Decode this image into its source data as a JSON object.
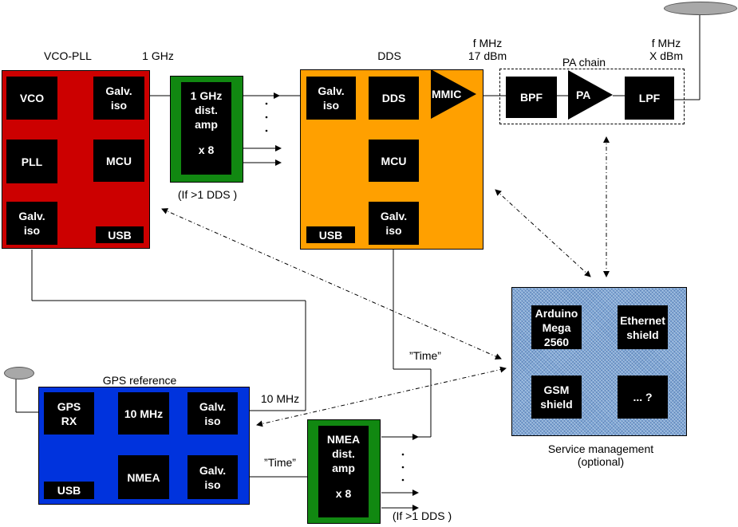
{
  "vco_pll": {
    "title": "VCO-PLL",
    "vco": "VCO",
    "galv": "Galv.\niso",
    "pll": "PLL",
    "mcu": "MCU",
    "galv_low": "Galv.\niso",
    "usb": "USB"
  },
  "freq_1ghz": "1 GHz",
  "dist_amp": {
    "text": "1 GHz\ndist.\namp",
    "x8": "x 8",
    "note": "(If >1 DDS )"
  },
  "dds": {
    "title": "DDS",
    "galv": "Galv.\niso",
    "dds": "DDS",
    "mmic": "MMIC",
    "mcu": "MCU",
    "galv_low": "Galv.\niso",
    "usb": "USB"
  },
  "out1": "f MHz\n17 dBm",
  "out2": "f MHz\nX dBm",
  "pa_chain": {
    "title": "PA chain",
    "bpf": "BPF",
    "pa": "PA",
    "lpf": "LPF"
  },
  "service": {
    "arduino": "Arduino\nMega\n2560",
    "ethernet": "Ethernet\nshield",
    "gsm": "GSM\nshield",
    "more": "... ?",
    "caption": "Service management\n(optional)"
  },
  "gps": {
    "title": "GPS reference",
    "gpsrx": "GPS\nRX",
    "mhz10": "10 MHz",
    "galv1": "Galv.\niso",
    "nmea": "NMEA",
    "galv2": "Galv.\niso",
    "usb": "USB"
  },
  "label_10mhz": "10 MHz",
  "label_time1": "”Time”",
  "label_time2": "”Time”",
  "nmea_amp": {
    "text": "NMEA\ndist.\namp",
    "x8": "x 8",
    "note": "(If >1 DDS )"
  },
  "colors": {
    "vco_pll": "#cc0000",
    "dds": "#ffa000",
    "amp": "#118811",
    "gps": "#0033dd",
    "service": "#7fa7d6"
  }
}
